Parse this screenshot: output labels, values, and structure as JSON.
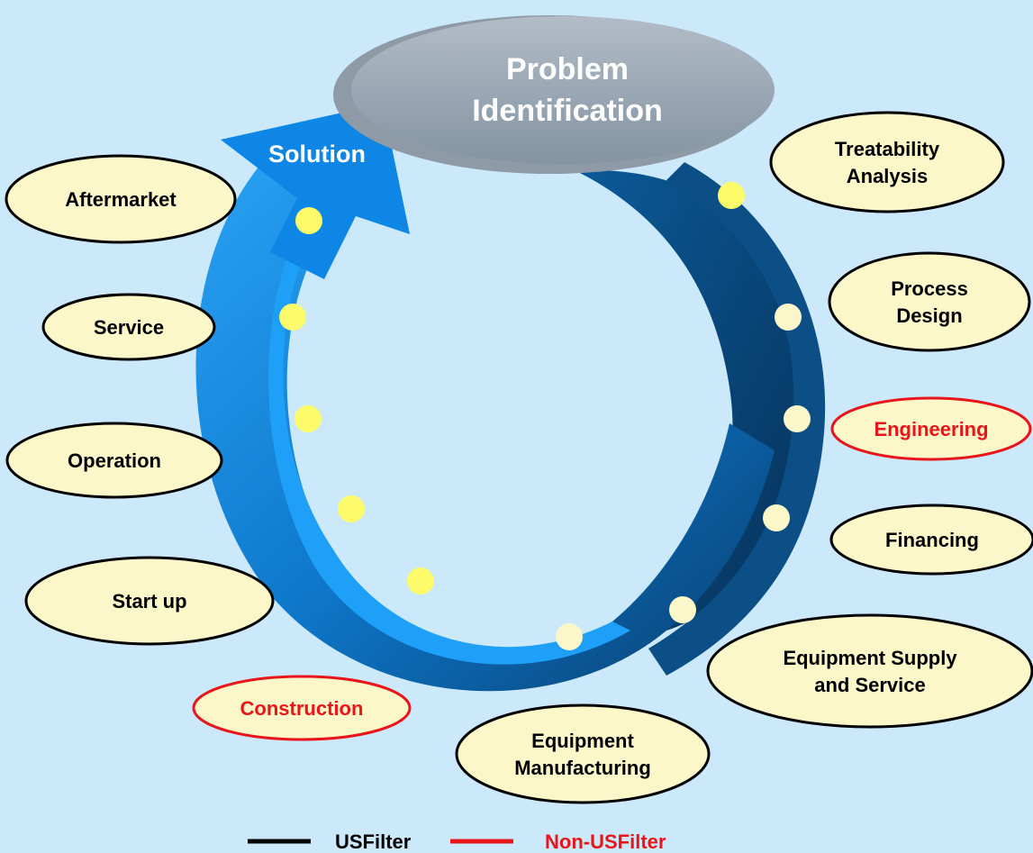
{
  "header": {
    "title_line1": "Problem",
    "title_line2": "Identification",
    "solution_label": "Solution"
  },
  "colors": {
    "background": "#cce9fb",
    "ring_front": "#1292ee",
    "ring_back": "#0a4f86",
    "node_fill": "#fbf7c8",
    "usfilter": "#000000",
    "non_usfilter": "#e8151b",
    "dot_yellow": "#fdfb6a",
    "dot_white": "#fbf7c8"
  },
  "nodes": [
    {
      "id": "aftermarket",
      "lines": [
        "Aftermarket"
      ],
      "type": "usfilter"
    },
    {
      "id": "service",
      "lines": [
        "Service"
      ],
      "type": "usfilter"
    },
    {
      "id": "operation",
      "lines": [
        "Operation"
      ],
      "type": "usfilter"
    },
    {
      "id": "startup",
      "lines": [
        "Start up"
      ],
      "type": "usfilter"
    },
    {
      "id": "construction",
      "lines": [
        "Construction"
      ],
      "type": "non_usfilter"
    },
    {
      "id": "equipment-manufacturing",
      "lines": [
        "Equipment",
        "Manufacturing"
      ],
      "type": "usfilter"
    },
    {
      "id": "equipment-supply",
      "lines": [
        "Equipment Supply",
        "and Service"
      ],
      "type": "usfilter"
    },
    {
      "id": "financing",
      "lines": [
        "Financing"
      ],
      "type": "usfilter"
    },
    {
      "id": "engineering",
      "lines": [
        "Engineering"
      ],
      "type": "non_usfilter"
    },
    {
      "id": "process-design",
      "lines": [
        "Process",
        "Design"
      ],
      "type": "usfilter"
    },
    {
      "id": "treatability-analysis",
      "lines": [
        "Treatability",
        "Analysis"
      ],
      "type": "usfilter"
    }
  ],
  "legend": [
    {
      "label": "USFilter",
      "type": "usfilter"
    },
    {
      "label": "Non-USFilter",
      "type": "non_usfilter"
    }
  ]
}
